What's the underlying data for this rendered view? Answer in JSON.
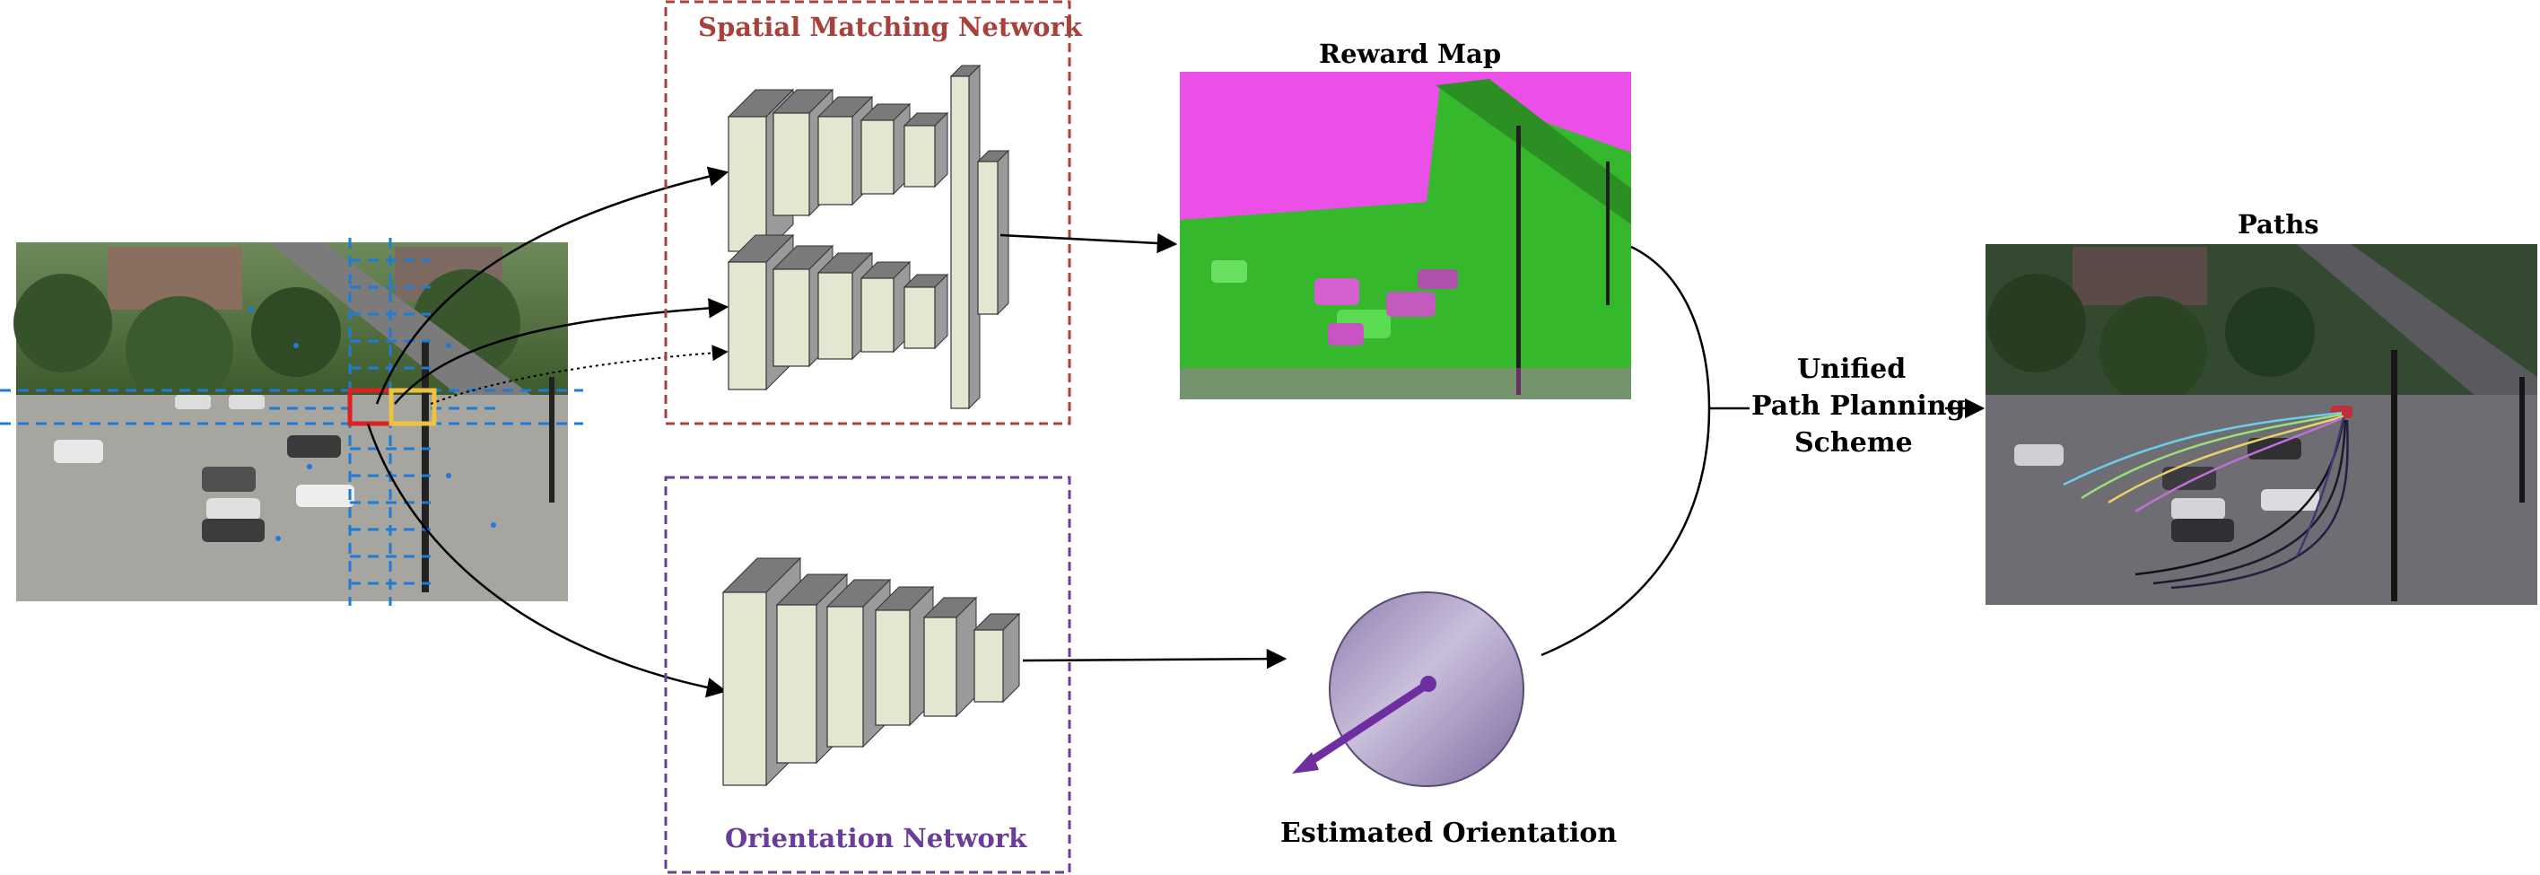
{
  "spatial_box": {
    "title": "Spatial Matching Network",
    "color": "#a8403c"
  },
  "orientation_box": {
    "title": "Orientation Network",
    "color": "#6a3d9a"
  },
  "reward_map": {
    "title": "Reward Map"
  },
  "estimated_orientation": {
    "caption": "Estimated Orientation"
  },
  "unified": {
    "line1": "Unified",
    "line2": "Path Planning",
    "line3": "Scheme"
  },
  "paths": {
    "title": "Paths"
  },
  "colors": {
    "grid_line": "#1e7bd6",
    "patch_red": "#e02020",
    "patch_yellow": "#f0c040",
    "block_face": "#e4e6d2",
    "block_side": "#9a9a9a",
    "block_top": "#7a7a7a",
    "reward_magenta": "#ec4fe8",
    "reward_green": "#35b82c",
    "orientation_disc": "#a696c0",
    "orientation_arrow": "#6f2ea0"
  },
  "icons": {
    "orientation_dial": "compass-dial-icon"
  }
}
